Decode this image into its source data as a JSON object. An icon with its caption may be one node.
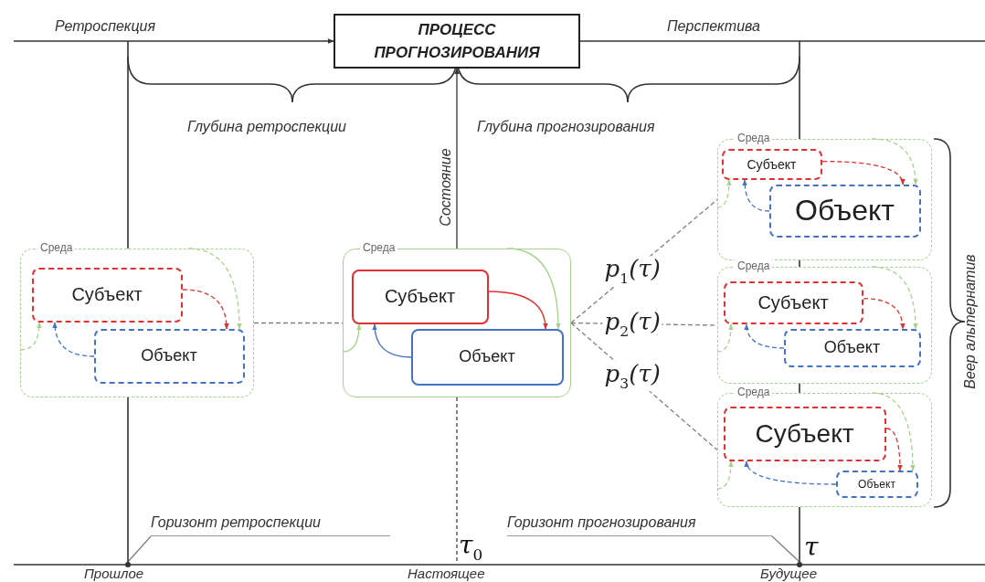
{
  "diagram": {
    "nodes": [
      {
        "text": [
          "ПРОЦЕСС ПРОГНОЗИРОВАНИЯ"
        ]
      },
      {
        "text": [
          "Среда"
        ]
      },
      {
        "text": [
          "Субъект"
        ],
        "in": 1
      },
      {
        "text": [
          "Объект"
        ],
        "in": 1
      },
      {
        "text": [
          "Среда"
        ]
      },
      {
        "text": [
          "Субъект"
        ],
        "in": 4
      },
      {
        "text": [
          "Объект"
        ],
        "in": 4
      },
      {
        "text": [
          "Среда"
        ]
      },
      {
        "text": [
          "Субъект"
        ],
        "in": 7
      },
      {
        "text": [
          "Объект"
        ],
        "in": 7
      },
      {
        "text": [
          "Среда"
        ]
      },
      {
        "text": [
          "Субъект"
        ],
        "in": 10
      },
      {
        "text": [
          "Объект"
        ],
        "in": 10
      },
      {
        "text": [
          "Среда"
        ]
      },
      {
        "text": [
          "Субъект"
        ],
        "in": 13
      },
      {
        "text": [
          "Объект"
        ],
        "in": 13
      },
      {
        "text": [
          "Горизонт ретроспекции"
        ]
      },
      {
        "text": [
          "Горизонт прогнозирования"
        ]
      },
      {
        "text": [],
        "shape": "circle"
      },
      {
        "text": [],
        "shape": "circle"
      }
    ],
    "edges": [
      {
        "from": null,
        "to": 0,
        "arrow": "to",
        "color": "#333333"
      },
      {
        "from": 0,
        "to": null,
        "arrow": "none",
        "color": "#333333"
      },
      {
        "from": 4,
        "to": 0,
        "arrow": "to",
        "color": "#333333"
      },
      {
        "from": 1,
        "to": 4,
        "arrow": "none",
        "style": "dashed",
        "color": "#7f7f7f"
      },
      {
        "from": 4,
        "to": 7,
        "arrow": "none",
        "label": "p$_{1}$(τ)",
        "style": "dashed",
        "color": "#7f7f7f"
      },
      {
        "from": 4,
        "to": 10,
        "arrow": "none",
        "label": "p$_{2}$(τ)",
        "style": "dashed",
        "color": "#7f7f7f"
      },
      {
        "from": 4,
        "to": 13,
        "arrow": "none",
        "label": "p$_{3}$(τ)",
        "style": "dashed",
        "color": "#7f7f7f"
      },
      {
        "from": 2,
        "to": 3,
        "arrow": "to",
        "style": "dashed",
        "color": "#e03030"
      },
      {
        "from": 3,
        "to": 2,
        "arrow": "to",
        "style": "dashed",
        "color": "#4472c4"
      },
      {
        "from": 1,
        "to": 3,
        "arrow": "to",
        "style": "dashed",
        "color": "#a9d18e"
      },
      {
        "from": 1,
        "to": 2,
        "arrow": "to",
        "style": "dashed",
        "color": "#a9d18e"
      },
      {
        "from": 5,
        "to": 6,
        "arrow": "to",
        "color": "#e03030"
      },
      {
        "from": 6,
        "to": 5,
        "arrow": "to",
        "color": "#4472c4"
      },
      {
        "from": 4,
        "to": 6,
        "arrow": "to",
        "color": "#a9d18e"
      },
      {
        "from": 4,
        "to": 5,
        "arrow": "to",
        "color": "#a9d18e"
      },
      {
        "from": 8,
        "to": 9,
        "arrow": "to",
        "style": "dashed",
        "color": "#e03030"
      },
      {
        "from": 9,
        "to": 8,
        "arrow": "to",
        "style": "dashed",
        "color": "#4472c4"
      },
      {
        "from": 7,
        "to": 9,
        "arrow": "to",
        "style": "dashed",
        "color": "#a9d18e"
      },
      {
        "from": 7,
        "to": 8,
        "arrow": "to",
        "style": "dashed",
        "color": "#a9d18e"
      },
      {
        "from": 11,
        "to": 12,
        "arrow": "to",
        "style": "dashed",
        "color": "#e03030"
      },
      {
        "from": 12,
        "to": 11,
        "arrow": "to",
        "style": "dashed",
        "color": "#4472c4"
      },
      {
        "from": 10,
        "to": 12,
        "arrow": "to",
        "style": "dashed",
        "color": "#a9d18e"
      },
      {
        "from": 10,
        "to": 11,
        "arrow": "to",
        "style": "dashed",
        "color": "#a9d18e"
      },
      {
        "from": 14,
        "to": 15,
        "arrow": "to",
        "style": "dashed",
        "color": "#e03030"
      },
      {
        "from": 15,
        "to": 14,
        "arrow": "to",
        "style": "dashed",
        "color": "#4472c4"
      },
      {
        "from": 13,
        "to": 15,
        "arrow": "to",
        "style": "dashed",
        "color": "#a9d18e"
      },
      {
        "from": 13,
        "to": 14,
        "arrow": "to",
        "style": "dashed",
        "color": "#a9d18e"
      },
      {
        "from": 16,
        "to": 18,
        "arrow": "none",
        "color": "#7f7f7f"
      },
      {
        "from": 17,
        "to": 19,
        "arrow": "none",
        "color": "#7f7f7f"
      }
    ],
    "labels": [
      "Ретроспекция",
      "Перспектива",
      "Глубина ретроспекции",
      "Глубина прогнозирования",
      "Состояние",
      "Веер альтернатив",
      "τ$_{0}$",
      "τ",
      "Прошлое",
      "Настоящее",
      "Будущее"
    ]
  }
}
